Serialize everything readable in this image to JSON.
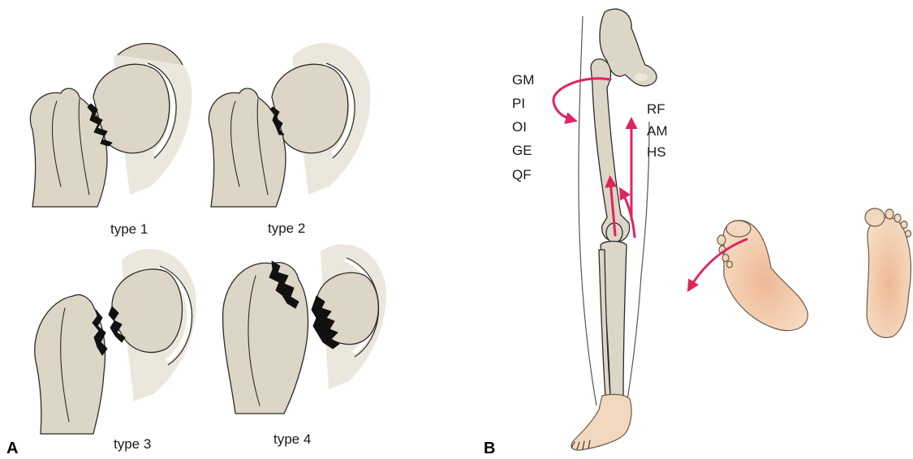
{
  "panel_a": {
    "label": "A",
    "types": [
      "type 1",
      "type 2",
      "type 3",
      "type 4"
    ]
  },
  "panel_b": {
    "label": "B",
    "left_muscles": [
      "GM",
      "PI",
      "OI",
      "GE",
      "QF"
    ],
    "right_muscles": [
      "RF",
      "AM",
      "HS"
    ]
  },
  "colors": {
    "bone": "#ddd6c6",
    "skin": "#f2d8bd",
    "arrow": "#e0245e",
    "fracture": "#111111"
  }
}
